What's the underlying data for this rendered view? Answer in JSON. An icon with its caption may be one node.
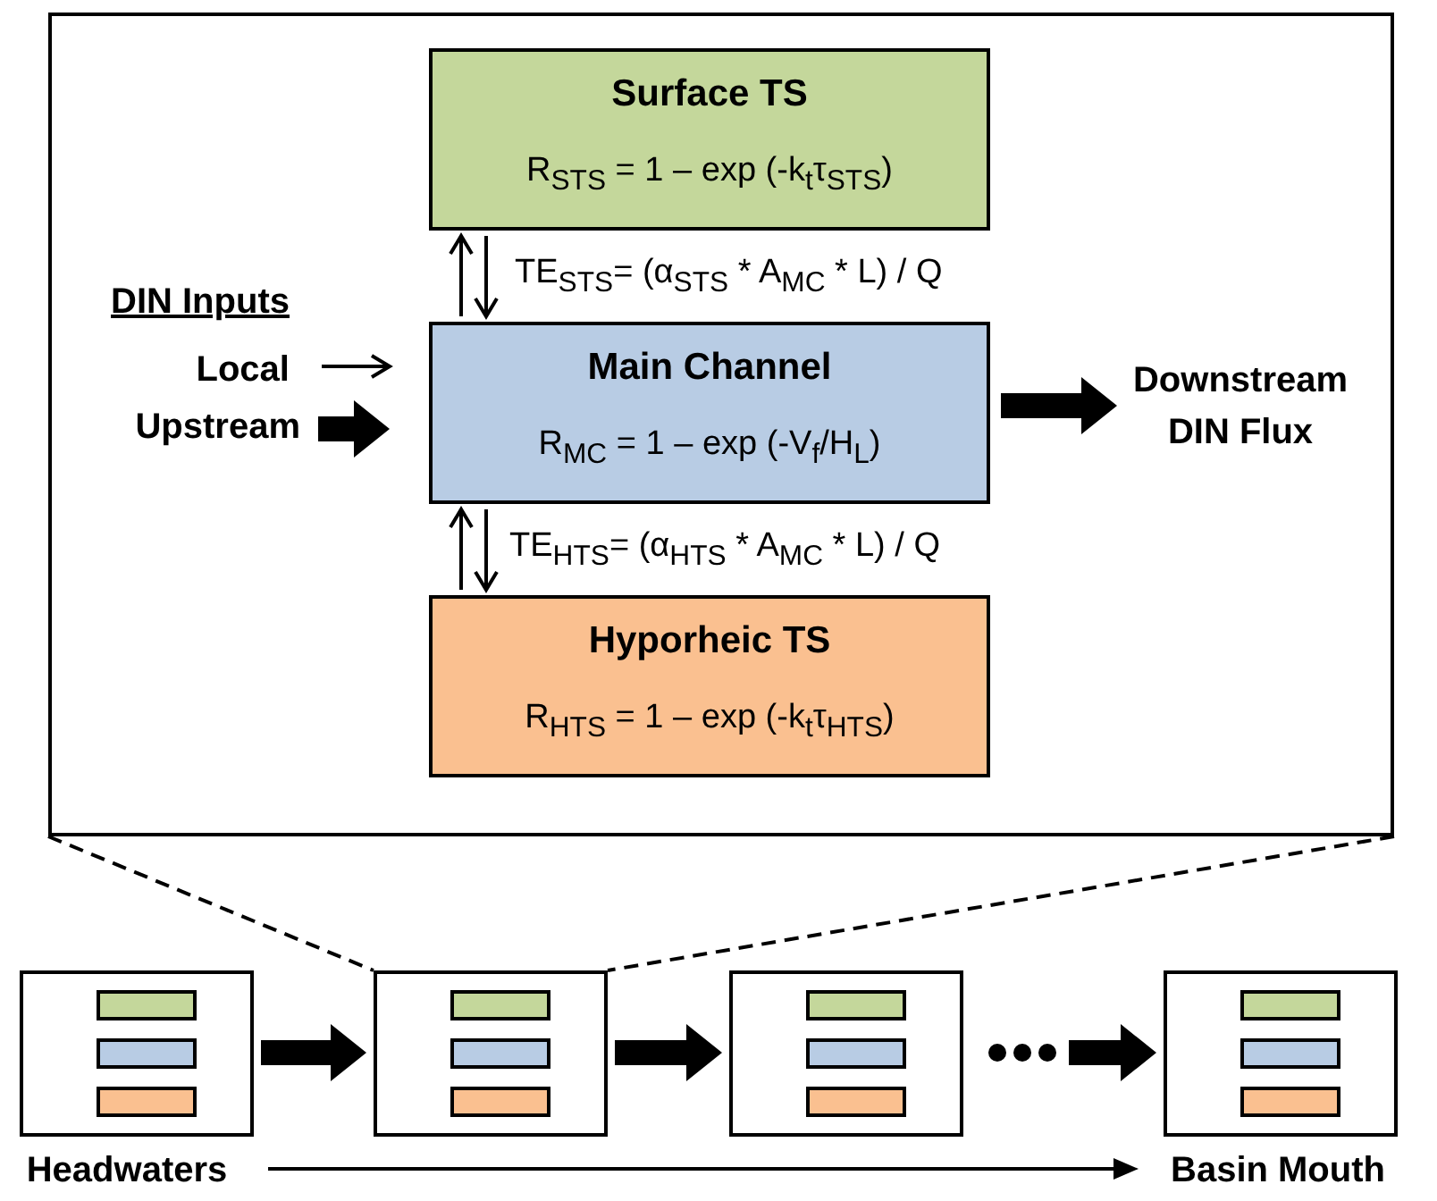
{
  "diagram": {
    "nodes": [
      {
        "text": [],
        "shape": "box"
      },
      {
        "text": [
          "Surface TS",
          "R$_{STS}$ = 1 – exp (-k$_{t}$τ$_{STS}$)"
        ],
        "in": 0
      },
      {
        "text": [
          "Main Channel",
          "R$_{MC}$ = 1 – exp (-V$_{f}$/H$_{L}$)"
        ],
        "in": 0
      },
      {
        "text": [
          "Hyporheic TS",
          "R$_{HTS}$ = 1 – exp (-k$_{t}$τ$_{HTS}$)"
        ],
        "in": 0
      },
      {
        "text": [
          "Local"
        ],
        "in": 0
      },
      {
        "text": [
          "Upstream"
        ],
        "in": 0
      },
      {
        "text": [
          "Downstream DIN Flux"
        ],
        "in": 0
      },
      {
        "text": [],
        "shape": "box"
      },
      {
        "text": [],
        "shape": "bar",
        "in": 7
      },
      {
        "text": [],
        "shape": "bar",
        "in": 7
      },
      {
        "text": [],
        "shape": "bar",
        "in": 7
      },
      {
        "text": [],
        "shape": "box"
      },
      {
        "text": [],
        "shape": "bar",
        "in": 11
      },
      {
        "text": [],
        "shape": "bar",
        "in": 11
      },
      {
        "text": [],
        "shape": "bar",
        "in": 11
      },
      {
        "text": [],
        "shape": "box"
      },
      {
        "text": [],
        "shape": "bar",
        "in": 15
      },
      {
        "text": [],
        "shape": "bar",
        "in": 15
      },
      {
        "text": [],
        "shape": "bar",
        "in": 15
      },
      {
        "text": [],
        "shape": "box"
      },
      {
        "text": [],
        "shape": "bar",
        "in": 19
      },
      {
        "text": [],
        "shape": "bar",
        "in": 19
      },
      {
        "text": [],
        "shape": "bar",
        "in": 19
      },
      {
        "text": [
          "Headwaters"
        ]
      },
      {
        "text": [
          "Basin Mouth"
        ]
      }
    ],
    "edges": [
      {
        "from": 2,
        "to": 1,
        "arrow": "to",
        "label": "TE$_{STS}$= (α$_{STS}$ * A$_{MC}$ * L) / Q"
      },
      {
        "from": 1,
        "to": 2,
        "arrow": "to"
      },
      {
        "from": 3,
        "to": 2,
        "arrow": "to",
        "label": "TE$_{HTS}$= (α$_{HTS}$ * A$_{MC}$ * L) / Q"
      },
      {
        "from": 2,
        "to": 3,
        "arrow": "to"
      },
      {
        "from": 4,
        "to": 2,
        "arrow": "to"
      },
      {
        "from": 5,
        "to": 2,
        "arrow": "to",
        "style": "thick"
      },
      {
        "from": 2,
        "to": 6,
        "arrow": "to",
        "style": "thick"
      },
      {
        "from": 7,
        "to": 11,
        "arrow": "to",
        "style": "thick"
      },
      {
        "from": 11,
        "to": 15,
        "arrow": "to",
        "style": "thick"
      },
      {
        "from": 15,
        "to": 19,
        "arrow": "to",
        "style": "thick"
      },
      {
        "from": 23,
        "to": 24,
        "arrow": "to"
      },
      {
        "from": 0,
        "to": 11,
        "arrow": "none",
        "style": "dashed"
      },
      {
        "from": 0,
        "to": 11,
        "arrow": "none",
        "style": "dashed"
      }
    ],
    "labels": [
      "DIN Inputs"
    ]
  }
}
